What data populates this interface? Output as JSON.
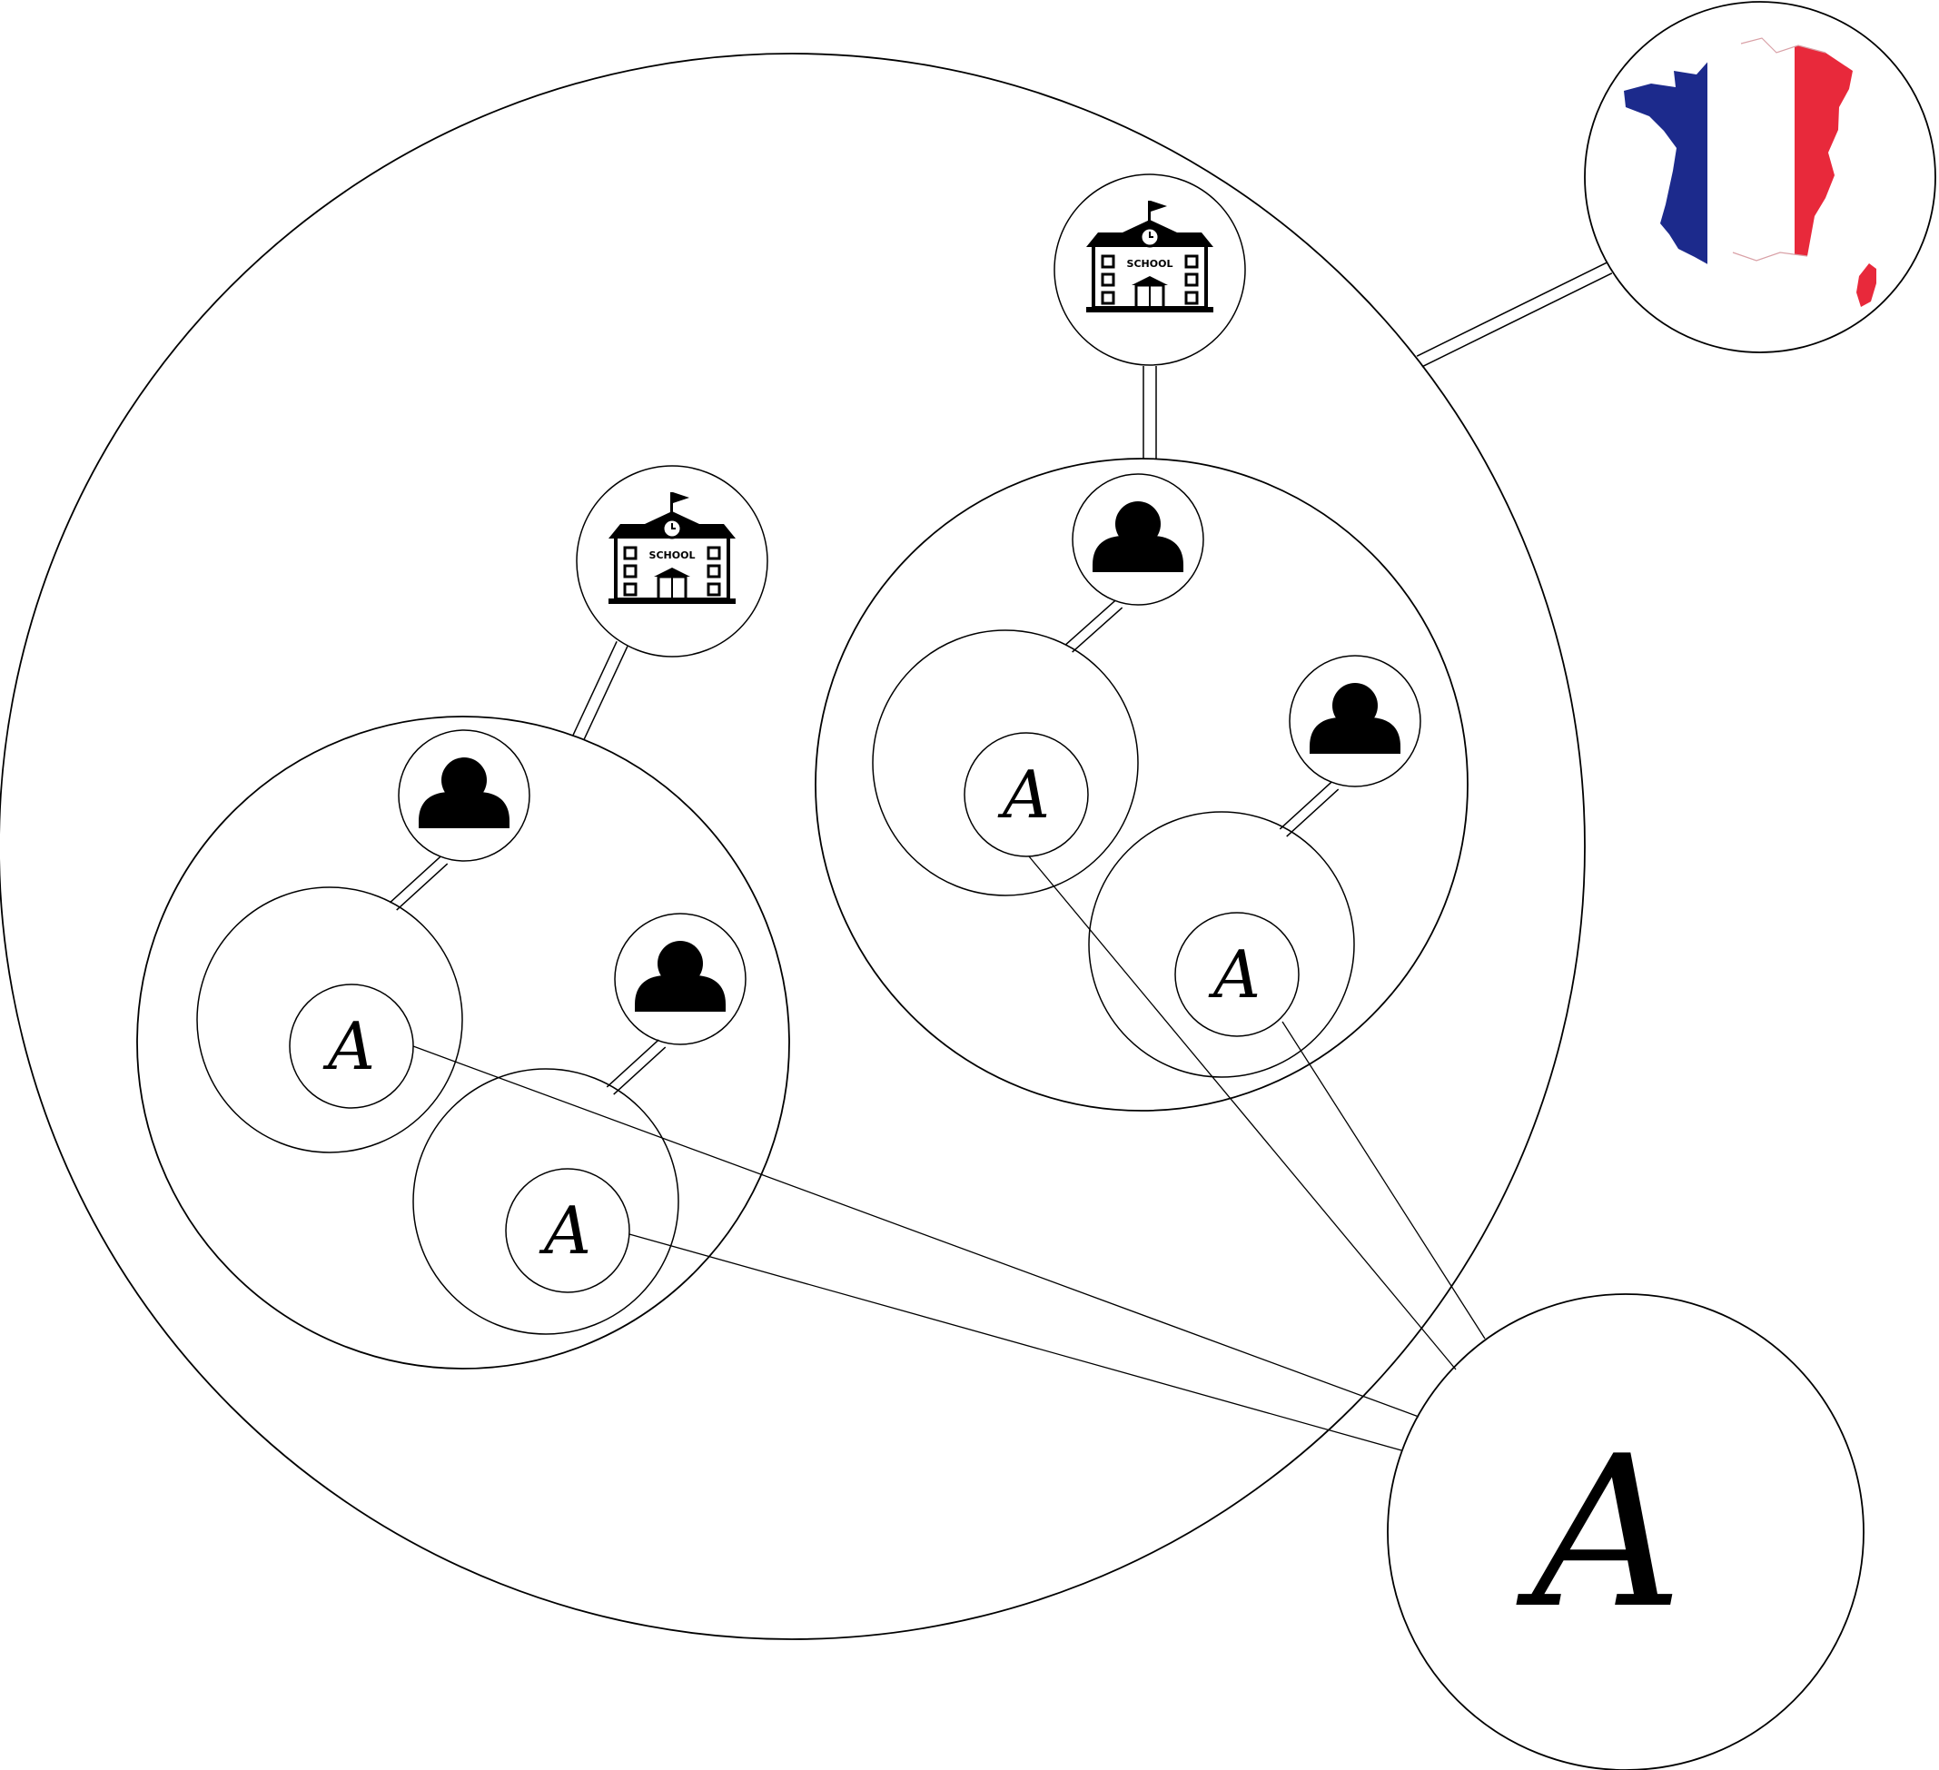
{
  "diagram": {
    "node_label": "A",
    "result_label": "A",
    "school_text": "SCHOOL",
    "icons": {
      "country": "france-map-flag-icon",
      "school": "school-building-icon",
      "person": "person-icon"
    },
    "colors": {
      "stroke": "#000000",
      "background": "#ffffff",
      "flag_blue": "#1c2a8c",
      "flag_white": "#ffffff",
      "flag_red": "#e8293b"
    }
  }
}
